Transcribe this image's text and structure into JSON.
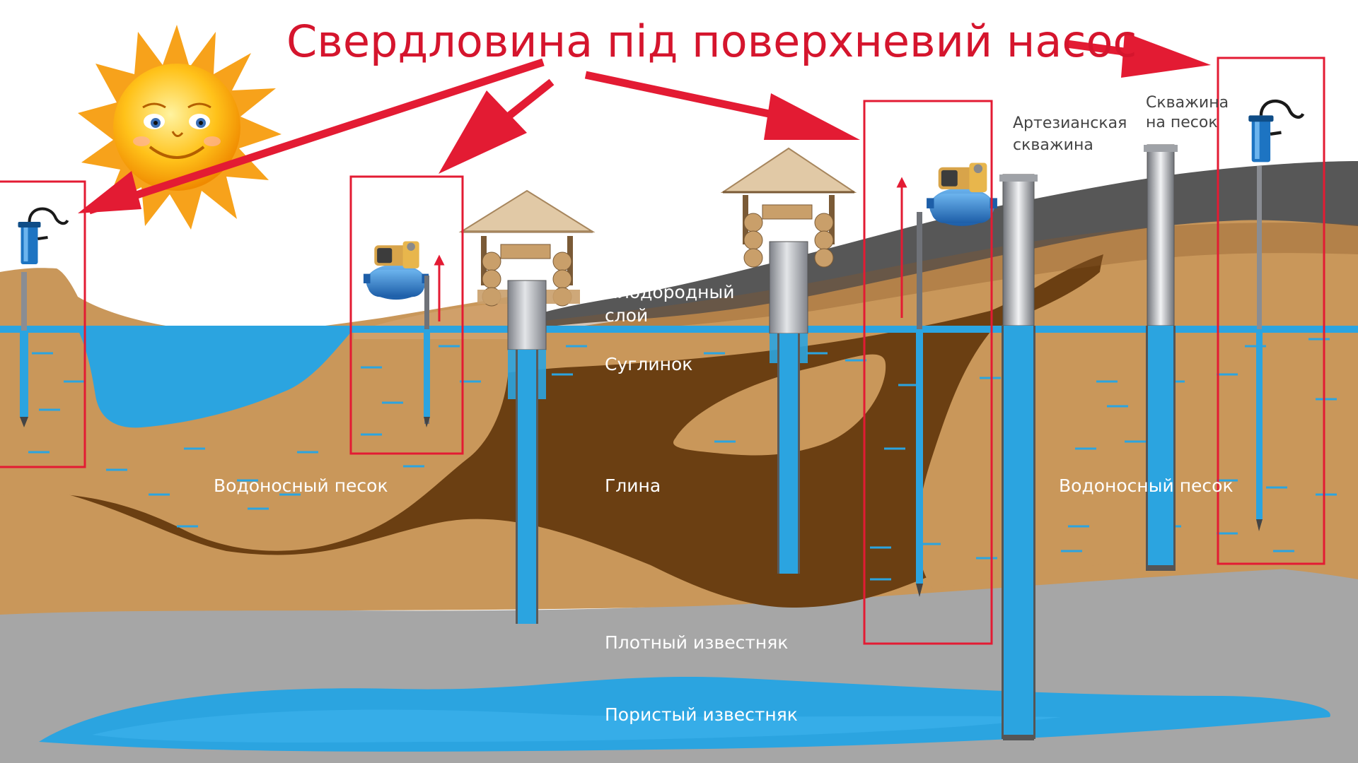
{
  "diagram": {
    "title": "Свердловина під поверхневий насос",
    "layers": {
      "fertile": "Плодородный",
      "fertile_2": "слой",
      "loam": "Суглинок",
      "clay": "Глина",
      "sand_left": "Водоносный песок",
      "sand_right": "Водоносный песок",
      "dense_limestone": "Плотный известняк",
      "porous_limestone": "Пористый известняк"
    },
    "wells": {
      "artesian_1": "Артезианская",
      "artesian_2": "скважина",
      "sand_1": "Скважина",
      "sand_2": "на песок"
    }
  },
  "colors": {
    "title": "#d5152d",
    "highlight": "#e31b33",
    "water": "#2ba4e0",
    "sand": "#c9975a",
    "clay": "#6b3f12",
    "limestone": "#a3a3a3",
    "fertile": "#575757",
    "pipe": "#9fa2a7",
    "pump": "#3a86cc"
  },
  "icons": [
    "sun-icon",
    "hand-pump-icon",
    "surface-pump-icon",
    "well-house-icon",
    "arrow-icon"
  ]
}
